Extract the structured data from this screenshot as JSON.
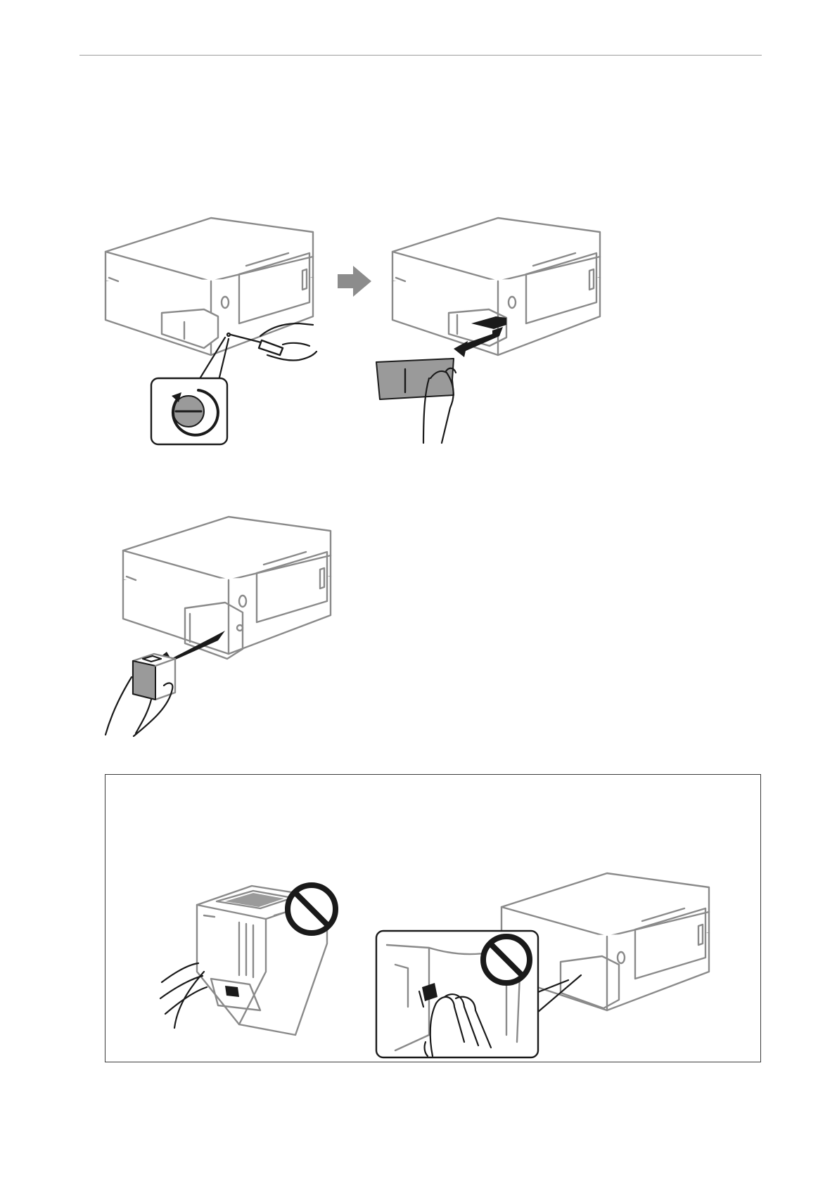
{
  "page": {
    "header_rule": true
  },
  "figures": [
    {
      "id": "fig-open-cover",
      "icons": [
        "printer-icon",
        "screwdriver-icon",
        "hand-icon",
        "rotate-screw-icon",
        "arrow-right-icon",
        "remove-cover-icon"
      ]
    },
    {
      "id": "fig-remove-box",
      "icons": [
        "printer-icon",
        "maintenance-box-icon",
        "hand-icon",
        "arrow-out-icon"
      ]
    },
    {
      "id": "fig-do-not-touch",
      "icons": [
        "maintenance-box-icon",
        "hand-icon",
        "prohibited-icon",
        "printer-icon",
        "zoom-callout-icon"
      ]
    }
  ],
  "colors": {
    "line": "#8a8a8a",
    "ink": "#1a1a1a",
    "fill_gray": "#9a9a9a",
    "arrow_gray": "#8c8c8c",
    "border": "#3a3a3a"
  }
}
